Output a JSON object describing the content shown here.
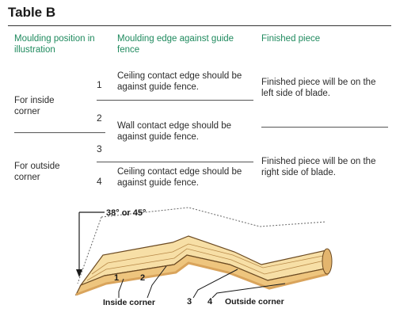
{
  "table": {
    "title": "Table B",
    "headers": {
      "position": "Moulding position in illustration",
      "edge": "Moulding edge against guide fence",
      "finished": "Finished piece"
    },
    "rows": {
      "inside_label": "For inside corner",
      "outside_label": "For outside corner",
      "n1": "1",
      "n2": "2",
      "n3": "3",
      "n4": "4",
      "edge1": "Ceiling contact edge should be against guide fence.",
      "edge23": "Wall contact edge should be against guide fence.",
      "edge4": "Ceiling contact edge should be against guide fence.",
      "finished_left": "Finished piece will be on the left side of blade.",
      "finished_right": "Finished piece will be on the right side of blade."
    }
  },
  "illustration": {
    "angle_label": "38° or 45°",
    "callouts": [
      "1",
      "2",
      "3",
      "4"
    ],
    "inside_corner": "Inside corner",
    "outside_corner": "Outside corner",
    "colors": {
      "wood_light": "#f7dfa6",
      "wood_mid": "#eec57e",
      "wood_dark": "#d9a45c",
      "outline": "#6b4a22"
    }
  }
}
